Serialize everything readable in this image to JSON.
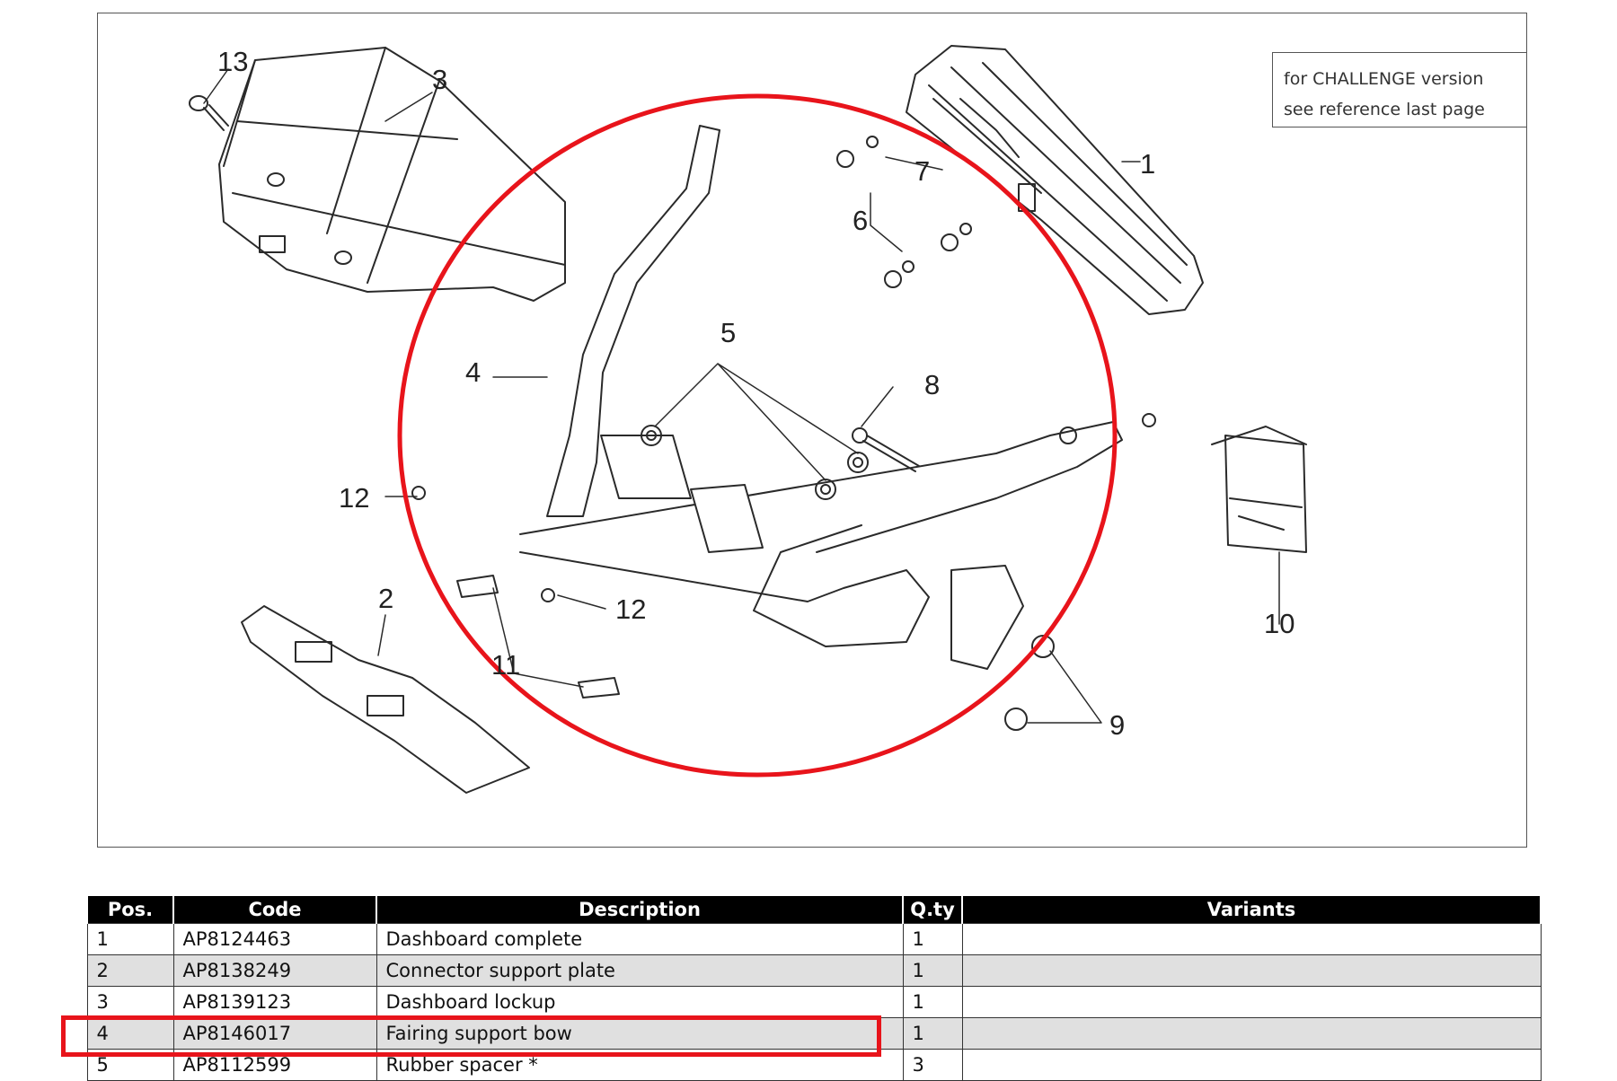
{
  "diagram": {
    "note_lines": [
      "for CHALLENGE version",
      "see reference last page"
    ],
    "callouts": [
      "1",
      "2",
      "3",
      "4",
      "5",
      "6",
      "7",
      "8",
      "9",
      "10",
      "11",
      "12",
      "12",
      "13"
    ],
    "highlight_color": "#e8141b"
  },
  "table": {
    "headers": [
      "Pos.",
      "Code",
      "Description",
      "Q.ty",
      "Variants"
    ],
    "rows": [
      {
        "pos": "1",
        "code": "AP8124463",
        "description": "Dashboard complete",
        "qty": "1",
        "variants": ""
      },
      {
        "pos": "2",
        "code": "AP8138249",
        "description": "Connector support plate",
        "qty": "1",
        "variants": ""
      },
      {
        "pos": "3",
        "code": "AP8139123",
        "description": "Dashboard lockup",
        "qty": "1",
        "variants": ""
      },
      {
        "pos": "4",
        "code": "AP8146017",
        "description": "Fairing support bow",
        "qty": "1",
        "variants": ""
      },
      {
        "pos": "5",
        "code": "AP8112599",
        "description": "Rubber spacer *",
        "qty": "3",
        "variants": ""
      }
    ]
  },
  "annotations": {
    "highlighted_row_pos": "4",
    "color": "#e8141b"
  }
}
